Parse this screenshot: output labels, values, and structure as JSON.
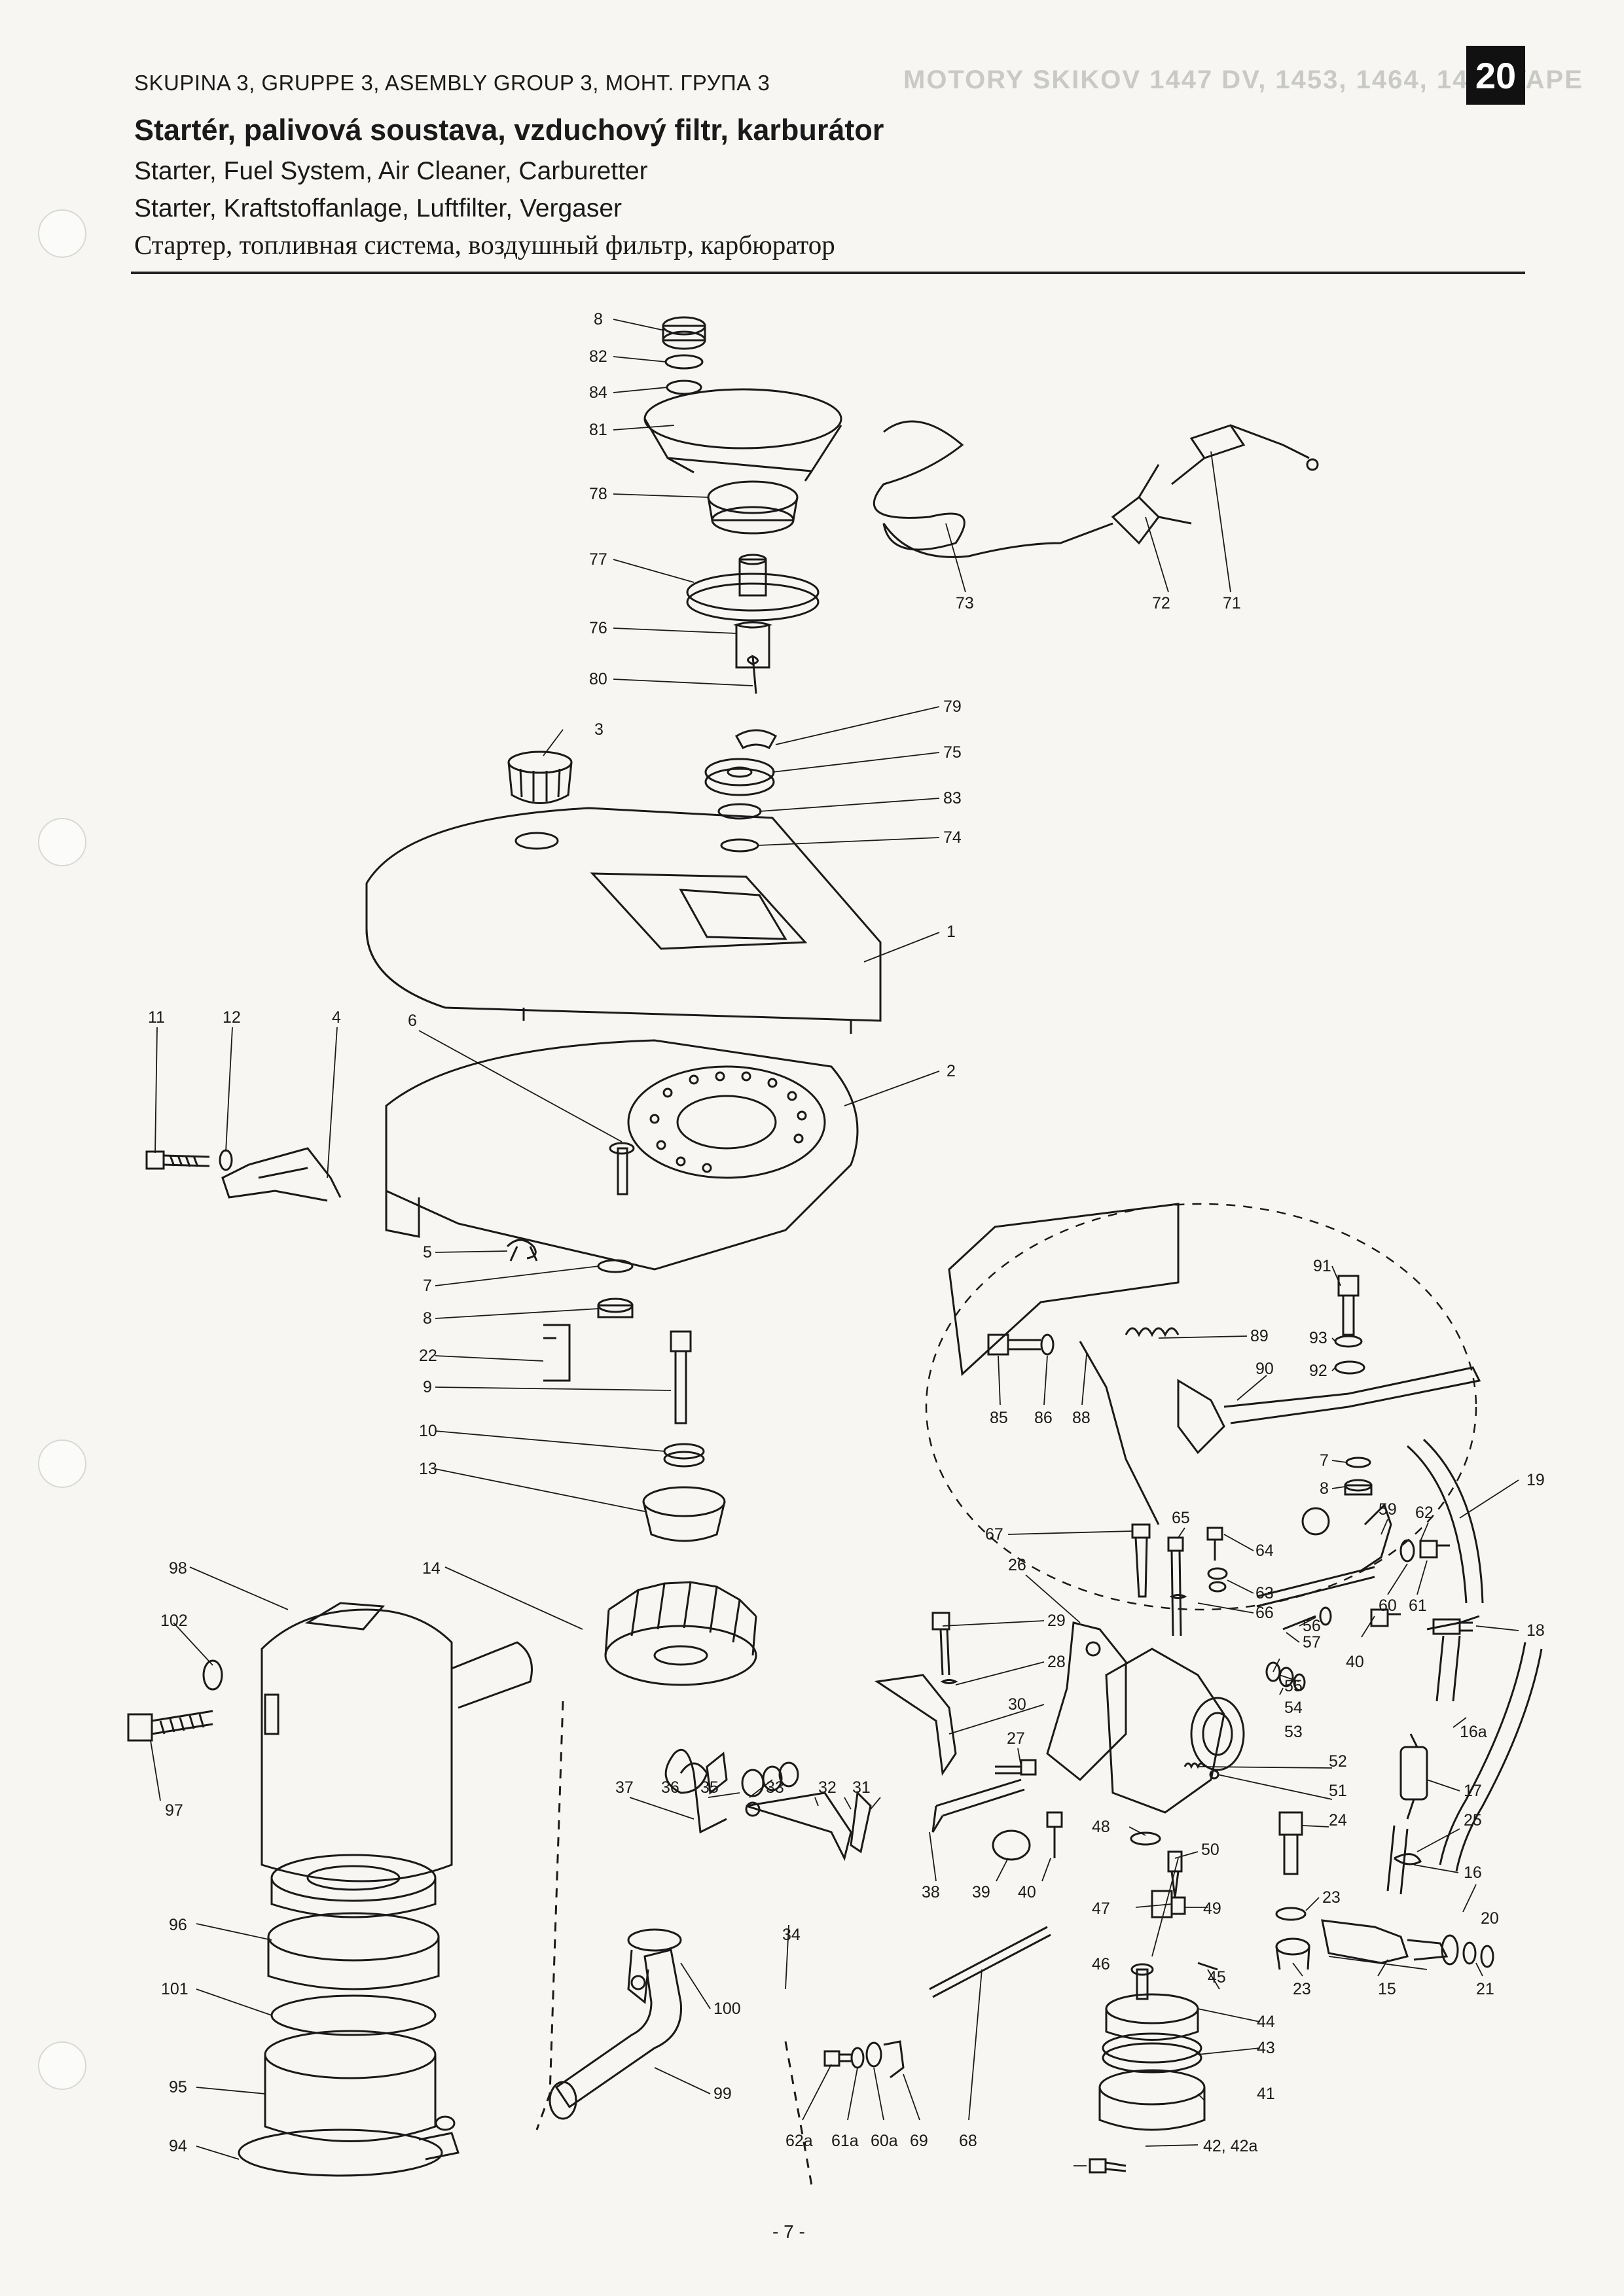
{
  "header": {
    "group_line": "SKUPINA 3, GRUPPE 3, ASEMBLY GROUP 3, МОНТ. ГРУПА 3",
    "title_cz": "Startér, palivová soustava, vzduchový filtr, karburátor",
    "title_en": "Starter, Fuel System, Air Cleaner, Carburetter",
    "title_de": "Starter, Kraftstoffanlage, Luftfilter, Vergaser",
    "title_ru": "Стартер, топливная система, воздушный фильтр, карбюратор",
    "page_badge": "20",
    "bleed_through": "MOTORY SKIKOV 1447 DV, 1453, 1464, 1464 VAPE"
  },
  "callouts": {
    "c8a": "8",
    "c82": "82",
    "c84": "84",
    "c81": "81",
    "c78": "78",
    "c77": "77",
    "c76": "76",
    "c80": "80",
    "c3": "3",
    "c79": "79",
    "c75": "75",
    "c83": "83",
    "c74": "74",
    "c1": "1",
    "c2": "2",
    "c11": "11",
    "c12": "12",
    "c4": "4",
    "c6": "6",
    "c5": "5",
    "c7a": "7",
    "c8b": "8",
    "c22": "22",
    "c9": "9",
    "c10": "10",
    "c13": "13",
    "c73": "73",
    "c72": "72",
    "c71": "71",
    "c91": "91",
    "c89": "89",
    "c93": "93",
    "c92": "92",
    "c90": "90",
    "c85": "85",
    "c86": "86",
    "c88": "88",
    "c7b": "7",
    "c8c": "8",
    "c19": "19",
    "c59": "59",
    "c62": "62",
    "c60": "60",
    "c61": "61",
    "c64": "64",
    "c67": "67",
    "c65": "65",
    "c63": "63",
    "c26": "26",
    "c66": "66",
    "c56": "56",
    "c57": "57",
    "c18": "18",
    "c40a": "40",
    "c29": "29",
    "c28": "28",
    "c55": "55",
    "c54": "54",
    "c53": "53",
    "c16a": "16a",
    "c30": "30",
    "c27": "27",
    "c52": "52",
    "c51": "51",
    "c17": "17",
    "c24": "24",
    "c25": "25",
    "c48": "48",
    "c50": "50",
    "c16": "16",
    "c37": "37",
    "c36": "36",
    "c35": "35",
    "c33": "33",
    "c32": "32",
    "c31": "31",
    "c38": "38",
    "c39": "39",
    "c40b": "40",
    "c47": "47",
    "c49": "49",
    "c23a": "23",
    "c20": "20",
    "c34": "34",
    "c46": "46",
    "c45": "45",
    "c44": "44",
    "c43": "43",
    "c23b": "23",
    "c15": "15",
    "c21": "21",
    "c100": "100",
    "c99": "99",
    "c98": "98",
    "c14": "14",
    "c102": "102",
    "c97": "97",
    "c96": "96",
    "c101": "101",
    "c95": "95",
    "c94": "94",
    "c41": "41",
    "c42": "42, 42a",
    "c62a": "62a",
    "c61a": "61a",
    "c60a": "60a",
    "c69": "69",
    "c68": "68"
  },
  "page_number": "- 7 -"
}
